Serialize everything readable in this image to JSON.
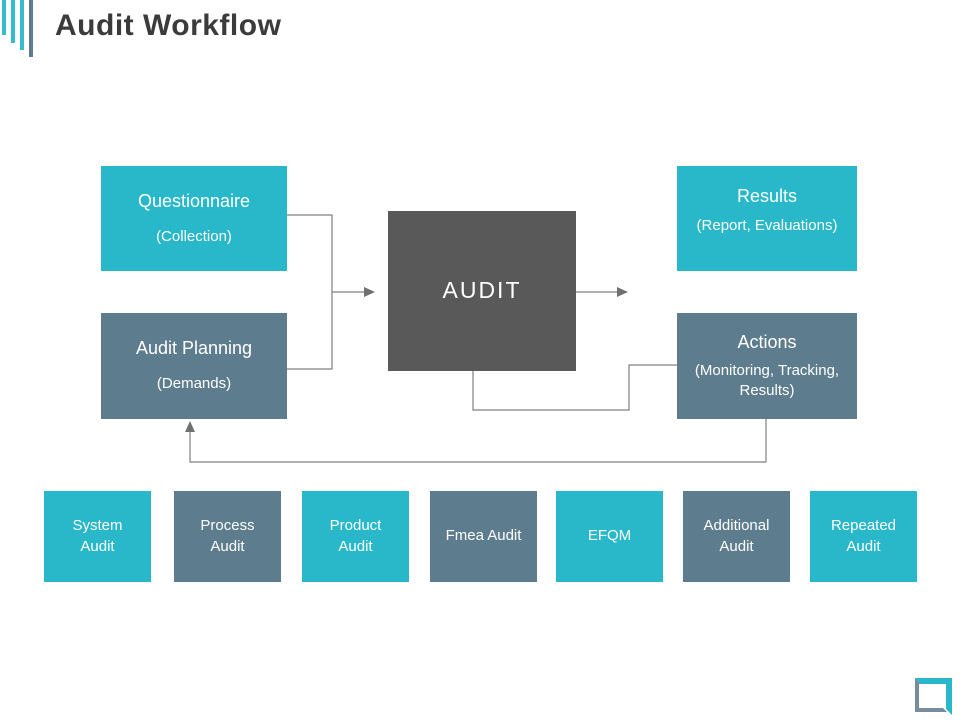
{
  "slide": {
    "title": "Audit Workflow"
  },
  "colors": {
    "teal": "#29b8ca",
    "slate": "#5d7c8d",
    "dark_gray": "#595959",
    "connector_gray": "#808080",
    "title_text": "#3b3b3b",
    "node_text": "#ffffff",
    "background": "#ffffff"
  },
  "workflow": {
    "questionnaire": {
      "title": "Questionnaire",
      "subtitle": "(Collection)"
    },
    "audit_planning": {
      "title": "Audit Planning",
      "subtitle": "(Demands)"
    },
    "audit": {
      "title": "AUDIT"
    },
    "results": {
      "title": "Results",
      "subtitle": "(Report, Evaluations)"
    },
    "actions": {
      "title": "Actions",
      "subtitle": "(Monitoring, Tracking, Results)"
    }
  },
  "audit_types": [
    {
      "label": "System Audit",
      "variant": "teal"
    },
    {
      "label": "Process Audit",
      "variant": "slate"
    },
    {
      "label": "Product Audit",
      "variant": "teal"
    },
    {
      "label": "Fmea Audit",
      "variant": "slate"
    },
    {
      "label": "EFQM",
      "variant": "teal"
    },
    {
      "label": "Additional Audit",
      "variant": "slate"
    },
    {
      "label": "Repeated Audit",
      "variant": "teal"
    }
  ],
  "icons": {
    "header_logo": "vertical-bars-icon",
    "corner_logo": "open-square-frame-icon"
  }
}
